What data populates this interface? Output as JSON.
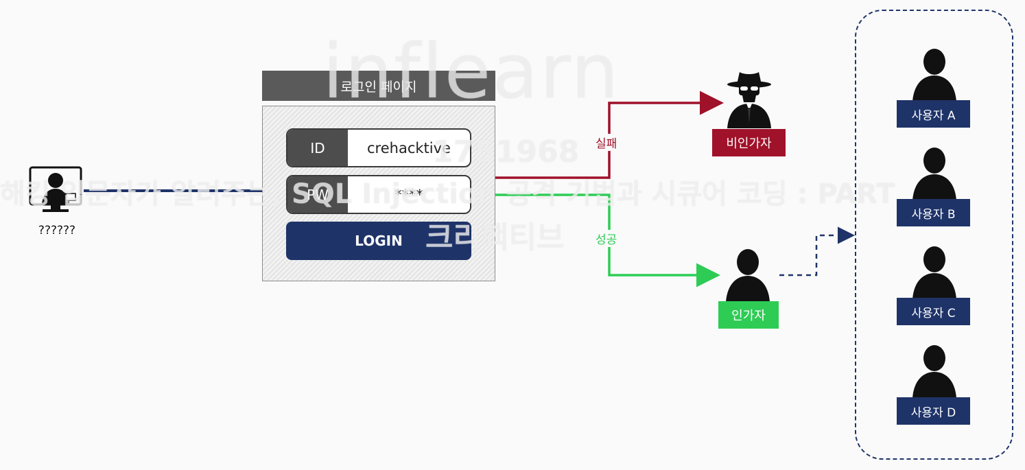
{
  "panel": {
    "title": "로그인 페이지",
    "id_label": "ID",
    "id_value": "crehacktive",
    "pw_label": "PW",
    "pw_value": "****",
    "login_label": "LOGIN"
  },
  "attacker": {
    "label": "??????"
  },
  "branches": {
    "fail_label": "실패",
    "success_label": "성공",
    "unauthorized_label": "비인가자",
    "authorized_label": "인가자"
  },
  "users": [
    "사용자 A",
    "사용자 B",
    "사용자 C",
    "사용자 D"
  ],
  "watermark": {
    "logo": "inflearn",
    "id": "1751968",
    "course": "해킹 입문자가 알려주는, SQL Injection 공격 기법과 시큐어 코딩 : PART",
    "author": "크리핵티브"
  },
  "colors": {
    "navy": "#1e3368",
    "fail": "#a0112a",
    "success": "#2ecc55",
    "dark_gray": "#4d4d4d"
  }
}
